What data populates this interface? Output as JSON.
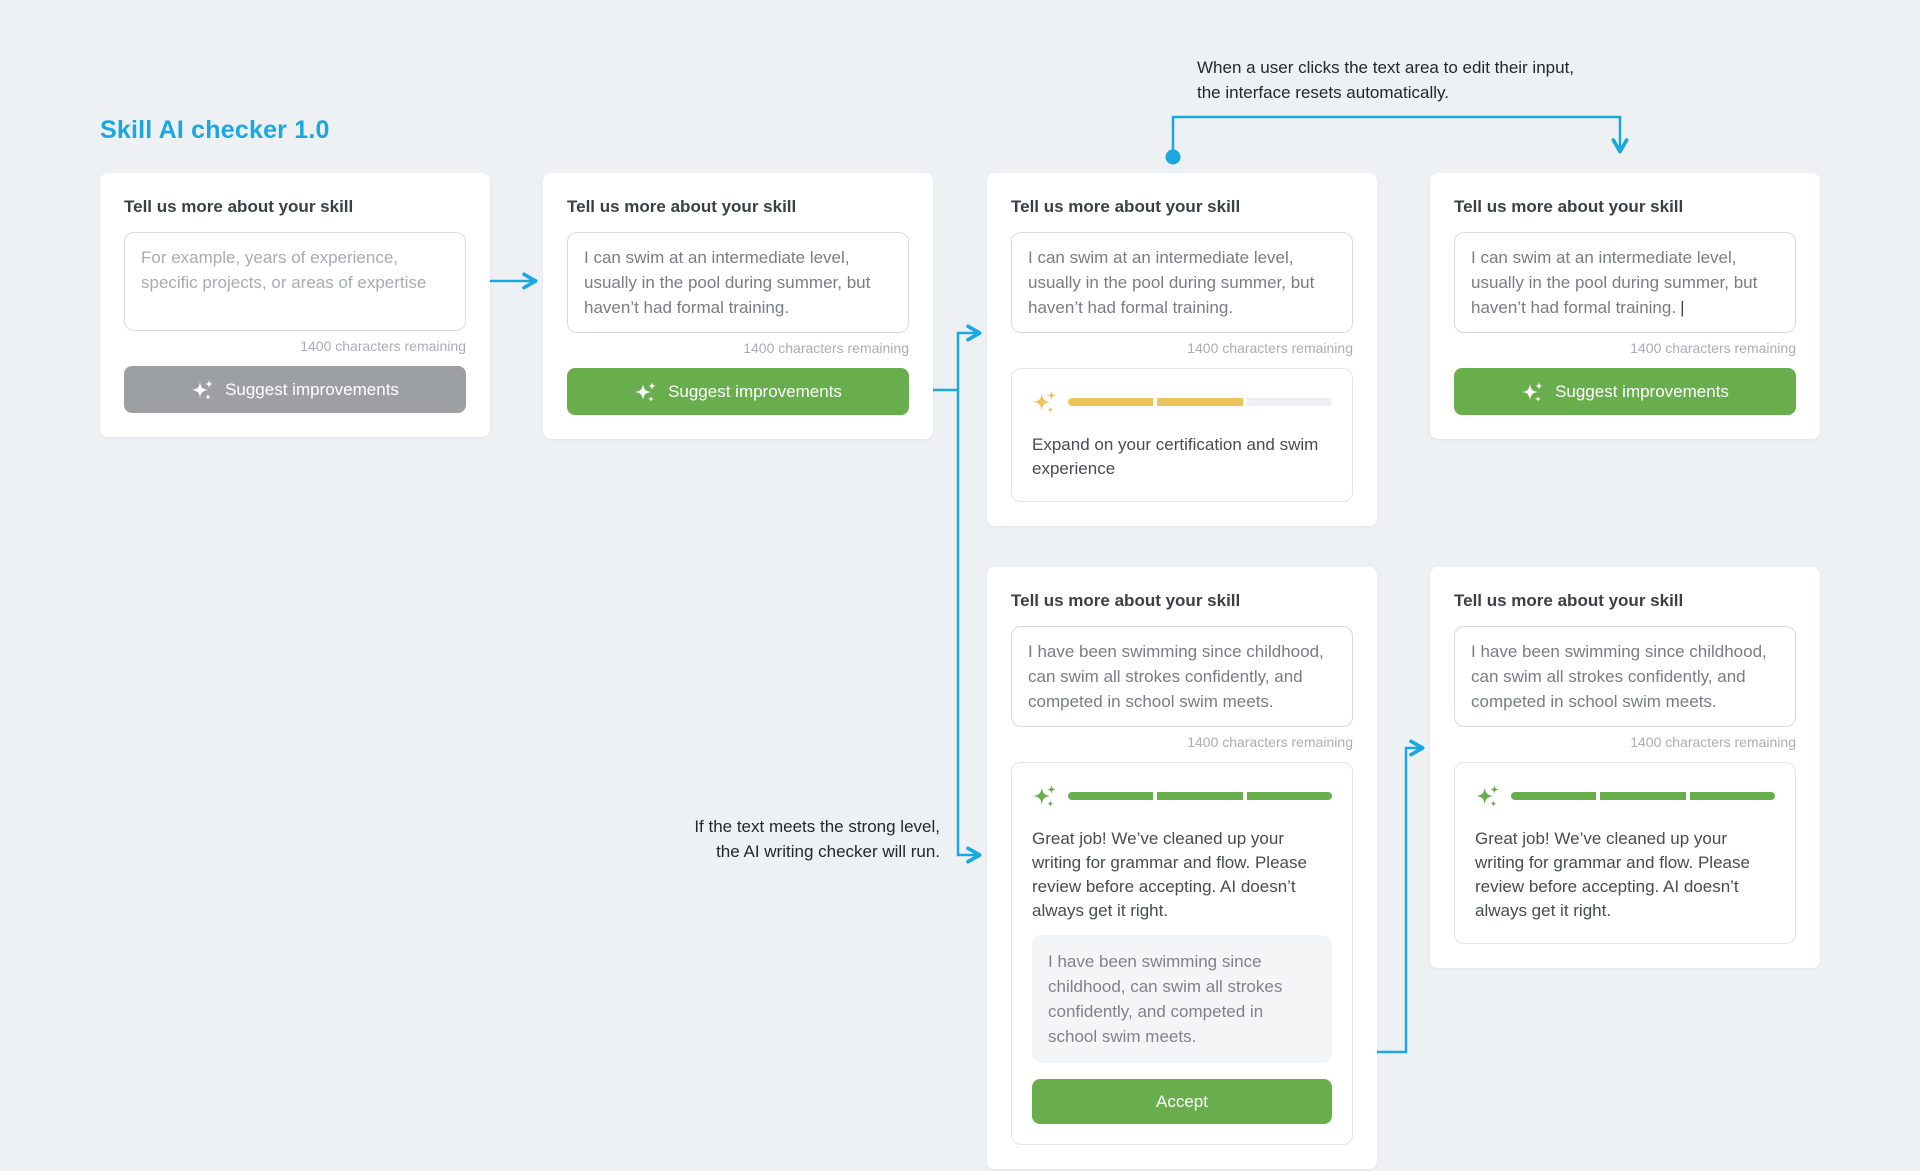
{
  "app": {
    "title": "Skill AI checker 1.0"
  },
  "colors": {
    "background": "#EDF1F4",
    "accent_blue": "#1BA7E0",
    "green": "#69AE4C",
    "yellow": "#EDC45C",
    "disabled_gray": "#9DA0A3"
  },
  "annotations": {
    "top_line1": "When a user clicks the text area to edit their input,",
    "top_line2": "the interface resets automatically.",
    "middle_line1": "If the text meets the strong level,",
    "middle_line2": "the AI writing checker will run."
  },
  "shared": {
    "label": "Tell us more about your skill",
    "characters_remaining": "1400 characters remaining",
    "suggest_button": "Suggest improvements",
    "accept_button": "Accept",
    "sparkle_icon": "ai-sparkle"
  },
  "cards": [
    {
      "state": "empty",
      "placeholder": "For example, years of experience, specific projects, or areas of expertise"
    },
    {
      "state": "filled",
      "value": "I can swim at an intermediate level, usually in the pool during summer, but haven’t had formal training."
    },
    {
      "state": "needs-improvement",
      "value": "I can swim at an intermediate level, usually in the pool during summer, but haven’t had formal training.",
      "feedback": "Expand on your certification and swim experience",
      "progress": {
        "total": 3,
        "filled": 2,
        "color": "#EDC45C"
      }
    },
    {
      "state": "editing",
      "value": "I can swim at an intermediate level, usually in the pool during summer, but haven’t had formal training.",
      "cursor": "|"
    },
    {
      "state": "strong-with-suggestion",
      "value": "I have been swimming since childhood, can swim all strokes confidently, and competed in school swim meets.",
      "feedback": "Great job! We’ve cleaned up your writing for grammar and flow. Please review before accepting. AI doesn’t always get it right.",
      "suggestion": "I have been swimming since childhood, can swim all strokes confidently, and competed in school swim meets.",
      "progress": {
        "total": 3,
        "filled": 3,
        "color": "#69AE4C"
      }
    },
    {
      "state": "strong",
      "value": "I have been swimming since childhood, can swim all strokes confidently, and competed in school swim meets.",
      "feedback": "Great job! We’ve cleaned up your writing for grammar and flow. Please review before accepting. AI doesn’t always get it right.",
      "progress": {
        "total": 3,
        "filled": 3,
        "color": "#69AE4C"
      }
    }
  ]
}
